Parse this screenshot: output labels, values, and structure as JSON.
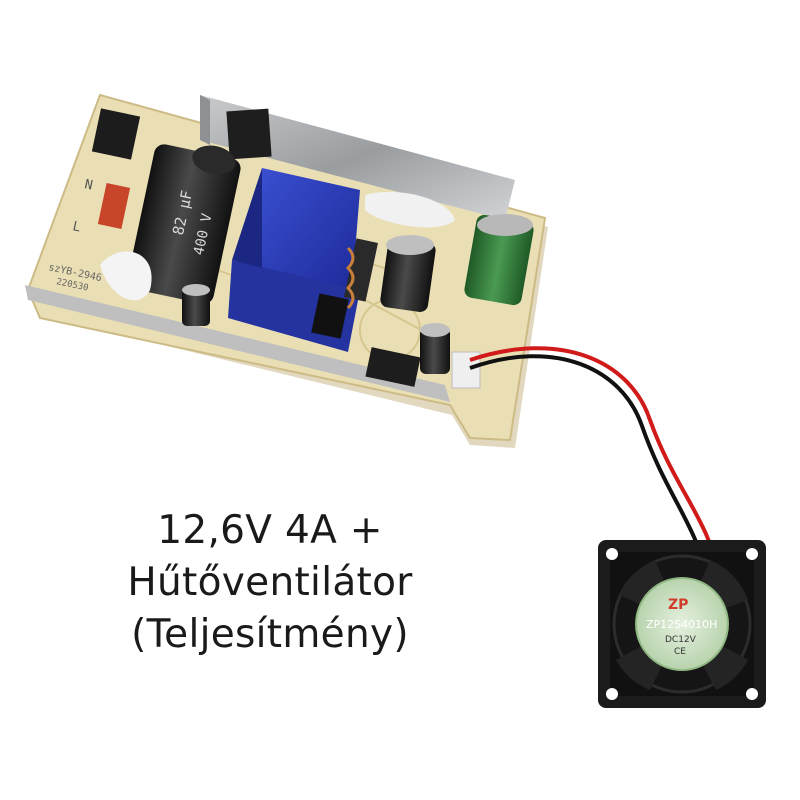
{
  "caption": {
    "line1": "12,6V 4A +",
    "line2": "Hűtőventilátor",
    "line3": "(Teljesítmény)"
  },
  "board": {
    "capacitor_text_1": "82 µF",
    "capacitor_text_2": "400 V",
    "silk_model": "szYB-2946",
    "silk_date": "220530",
    "silk_n": "N",
    "silk_l": "L"
  },
  "fan": {
    "brand": "ZP",
    "model": "ZP12S4010H",
    "voltage": "DC12V",
    "mark": "CE"
  },
  "colors": {
    "pcb": "#e8dcb0",
    "heatsink": "#a9abad",
    "transformer": "#2837b8",
    "capacitor_main": "#222222",
    "capacitor_green": "#2f7a35",
    "wire_red": "#d01818",
    "wire_black": "#111111",
    "fan_body": "#1b1b1b",
    "fan_label": "#cfe3c8"
  }
}
